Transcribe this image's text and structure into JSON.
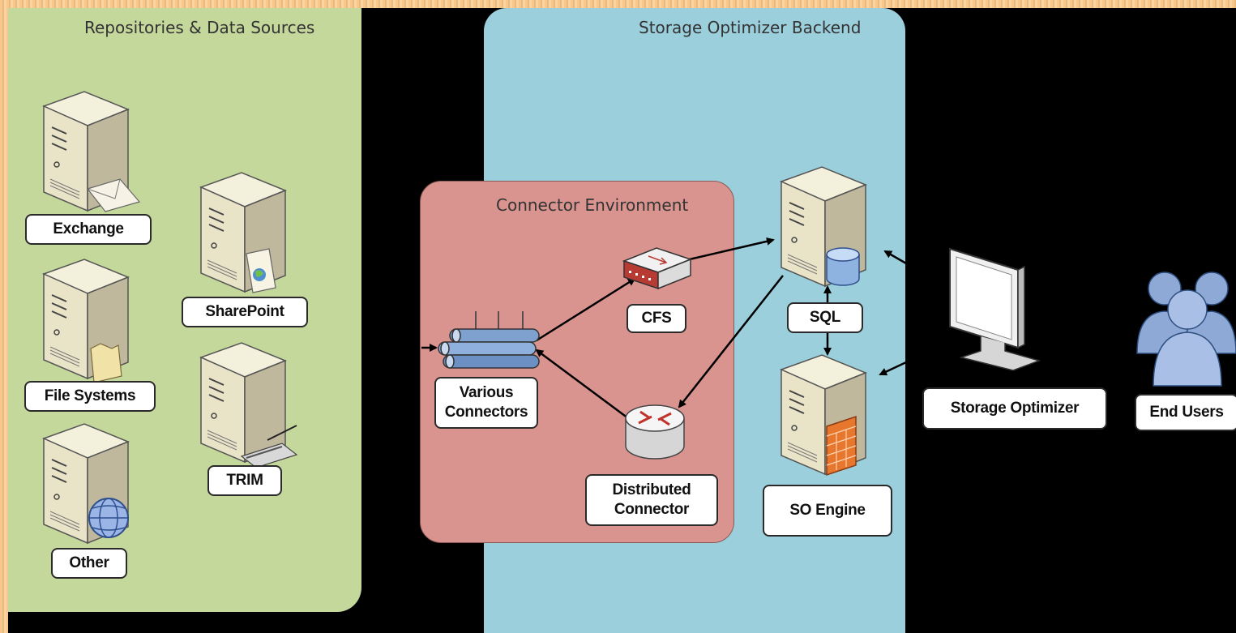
{
  "panels": {
    "repositories": "Repositories & Data Sources",
    "backend": "Storage Optimizer Backend",
    "connector_env": "Connector Environment"
  },
  "nodes": {
    "exchange": "Exchange",
    "sharepoint": "SharePoint",
    "file_systems": "File Systems",
    "trim": "TRIM",
    "other": "Other",
    "various_connectors": "Various\nConnectors",
    "cfs": "CFS",
    "distributed_connector": "Distributed\nConnector",
    "sql": "SQL",
    "so_engine": "SO Engine",
    "storage_optimizer": "Storage Optimizer",
    "end_users": "End Users"
  },
  "colors": {
    "repositories_panel": "#c5d89c",
    "backend_panel": "#9ccfdc",
    "connector_panel": "#d9948f",
    "background": "#000000"
  }
}
